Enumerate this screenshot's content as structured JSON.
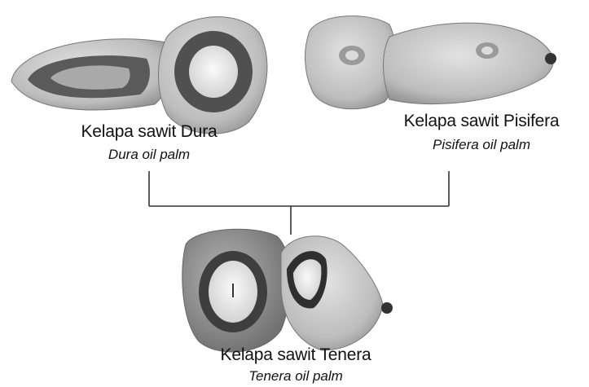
{
  "dura": {
    "name": "Kelapa sawit Dura",
    "english": "Dura oil palm"
  },
  "pisifera": {
    "name": "Kelapa sawit Pisifera",
    "english": "Pisifera oil palm"
  },
  "tenera": {
    "name": "Kelapa sawit Tenera",
    "english": "Tenera oil palm"
  },
  "colors": {
    "fruit": "#c9c9c9",
    "fruit_dark": "#8a8a8a",
    "shell": "#4a4a4a",
    "kernel": "#eeeeee",
    "line": "#333333"
  }
}
